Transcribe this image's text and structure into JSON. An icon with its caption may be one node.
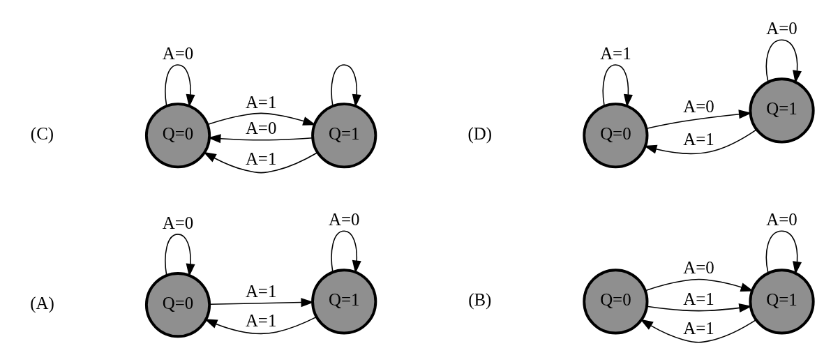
{
  "diagram": {
    "nodes": [
      {
        "text": [
          "Q=0"
        ]
      },
      {
        "text": [
          "Q=1"
        ]
      },
      {
        "text": [
          "Q=0"
        ]
      },
      {
        "text": [
          "Q=1"
        ]
      },
      {
        "text": [
          "Q=0"
        ]
      },
      {
        "text": [
          "Q=1"
        ]
      },
      {
        "text": [
          "Q=0"
        ]
      },
      {
        "text": [
          "Q=1"
        ]
      }
    ],
    "edges": [
      {
        "from": 0,
        "to": 0,
        "arrow": "to",
        "label": "A=0"
      },
      {
        "from": 1,
        "to": 1,
        "arrow": "to",
        "label": "A=0"
      },
      {
        "from": 0,
        "to": 1,
        "arrow": "to",
        "label": "A=1"
      },
      {
        "from": 1,
        "to": 0,
        "arrow": "to",
        "label": "A=1"
      },
      {
        "from": 2,
        "to": 3,
        "arrow": "to",
        "label": "A=0"
      },
      {
        "from": 3,
        "to": 3,
        "arrow": "to",
        "label": "A=0"
      },
      {
        "from": 2,
        "to": 3,
        "arrow": "to",
        "label": "A=1"
      },
      {
        "from": 3,
        "to": 2,
        "arrow": "to",
        "label": "A=1"
      },
      {
        "from": 4,
        "to": 4,
        "arrow": "to",
        "label": "A=0"
      },
      {
        "from": 5,
        "to": 4,
        "arrow": "to",
        "label": "A=0"
      },
      {
        "from": 5,
        "to": 5,
        "arrow": "to"
      },
      {
        "from": 4,
        "to": 5,
        "arrow": "to",
        "label": "A=1"
      },
      {
        "from": 5,
        "to": 4,
        "arrow": "to",
        "label": "A=1"
      },
      {
        "from": 6,
        "to": 6,
        "arrow": "to",
        "label": "A=1"
      },
      {
        "from": 7,
        "to": 7,
        "arrow": "to",
        "label": "A=0"
      },
      {
        "from": 6,
        "to": 7,
        "arrow": "to",
        "label": "A=0"
      },
      {
        "from": 7,
        "to": 6,
        "arrow": "to",
        "label": "A=1"
      }
    ],
    "labels": [
      "(A)",
      "(B)",
      "(C)",
      "(D)"
    ]
  }
}
